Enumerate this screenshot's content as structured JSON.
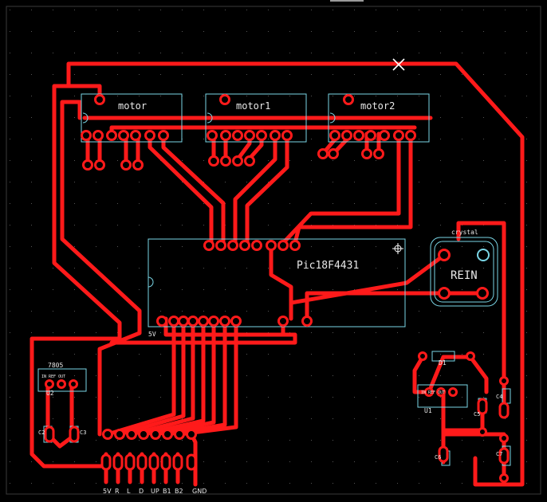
{
  "colors": {
    "background": "#000000",
    "trace": "#ff1a1a",
    "silkscreen": "#7ad6e6",
    "text": "#e8e8e8",
    "grid": "#555555"
  },
  "components": {
    "motor_a": "motor",
    "motor_b": "motor1",
    "motor_c": "motor2",
    "mcu": "Pic18F4431",
    "mcu_pin1": "5V",
    "crystal": "crystal",
    "crystal_mark": "REIN",
    "reg_left": "7805",
    "reg_left_ref": "U2",
    "reg_left_pins": "IN  REF OUT",
    "reg_right_ref": "U1",
    "reg_right_pins": "IN  REF OUT",
    "cap_left_1": "C2",
    "cap_left_2": "C3",
    "diode_ref": "D1",
    "cap_r1": "C6",
    "cap_r2": "C5",
    "cap_r3": "C4",
    "cap_r4": "C7"
  },
  "connector_labels": [
    "5V",
    "R",
    "L",
    "D",
    "UP",
    "B1",
    "B2",
    "GND"
  ]
}
